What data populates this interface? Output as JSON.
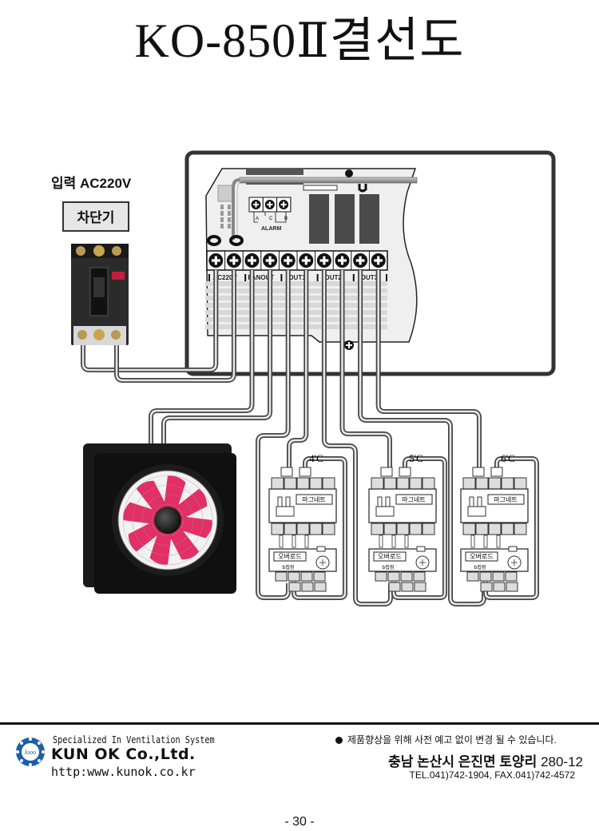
{
  "title": "KO-850Ⅱ결선도",
  "input_label": "입력  AC220V",
  "breaker_label": "차단기",
  "controller": {
    "alarm_label": "ALARM",
    "alarm_terminals": [
      "A",
      "C",
      "B"
    ],
    "terminal_groups": [
      "AC220V",
      "FANOUT",
      "OUT1",
      "OUT2",
      "OUT3"
    ],
    "terminal_count": 10
  },
  "contactors": [
    {
      "temp": "4'C",
      "magnet_label": "마그네트",
      "overload_label": "오버로드",
      "contact_label": "b접점"
    },
    {
      "temp": "5'C",
      "magnet_label": "마그네트",
      "overload_label": "오버로드",
      "contact_label": "b접점"
    },
    {
      "temp": "6'C",
      "magnet_label": "마그네트",
      "overload_label": "오버로드",
      "contact_label": "b접점"
    }
  ],
  "colors": {
    "fan_blade": "#e0245e",
    "wire": "#555555",
    "panel_border": "#333333"
  },
  "footer": {
    "tagline": "Specialized In Ventilation System",
    "company": "KUN OK Co.,Ltd.",
    "url": "http:www.kunok.co.kr",
    "notice": "제품향상을 위해 사전 예고 없이 변경 될 수 있습니다.",
    "address_text": "충남 논산시 은진면 토양리",
    "address_num": "280-12",
    "tel": "TEL.041)742-1904, FAX.041)742-4572"
  },
  "page_number": "- 30 -"
}
